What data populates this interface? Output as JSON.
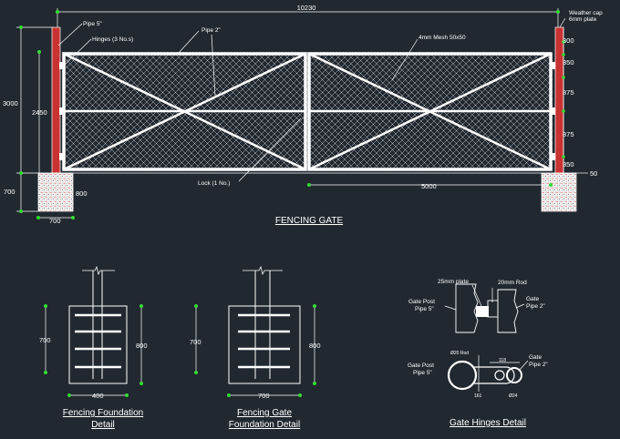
{
  "colors": {
    "background": "#212830",
    "line": "#ffffff",
    "post": "#c83232",
    "dim_marker": "#33dd33",
    "concrete_dots": "#e04545"
  },
  "main": {
    "title": "FENCING GATE",
    "dims": {
      "overall_width": "10230",
      "overall_height": "3000",
      "gate_height": "2450",
      "foundation_depth_left": "700",
      "foundation_depth_right": "800",
      "foundation_width": "700",
      "leaf_width": "5000",
      "right_50": "50",
      "right_300": "300",
      "right_350_top": "350",
      "right_875_a": "875",
      "right_875_b": "875",
      "right_350_bottom": "350"
    },
    "labels": {
      "pipe5": "Pipe 5\"",
      "hinges": "Hinges (3 No.s)",
      "pipe2": "Pipe 2\"",
      "mesh": "4mm Mesh 50x50",
      "weather1": "Weather cap",
      "weather2": "6mm plate",
      "lock": "Lock (1 No.)"
    }
  },
  "details": {
    "fence_foundation": {
      "title1": "Fencing Foundation",
      "title2": "Detail",
      "dim_left": "700",
      "dim_right": "800",
      "dim_bottom": "400"
    },
    "gate_foundation": {
      "title1": "Fencing Gate",
      "title2": "Foundation Detail",
      "dim_left": "700",
      "dim_right": "800",
      "dim_bottom": "700"
    },
    "hinges": {
      "title": "Gate Hinges Detail",
      "plate": "25mm plate",
      "rod": "20mm Rod",
      "post_a": "Gate Post",
      "post_b": "Pipe 5\"",
      "gate_a": "Gate",
      "gate_b": "Pipe 2\"",
      "post2_a": "Gate Post",
      "post2_b": "Pipe 5\"",
      "gate2_a": "Gate",
      "gate2_b": "Pipe 2\"",
      "rod_dia": "Ø20 Rod",
      "dim_118": "118",
      "dim_161": "161",
      "dim_24": "Ø24"
    }
  }
}
